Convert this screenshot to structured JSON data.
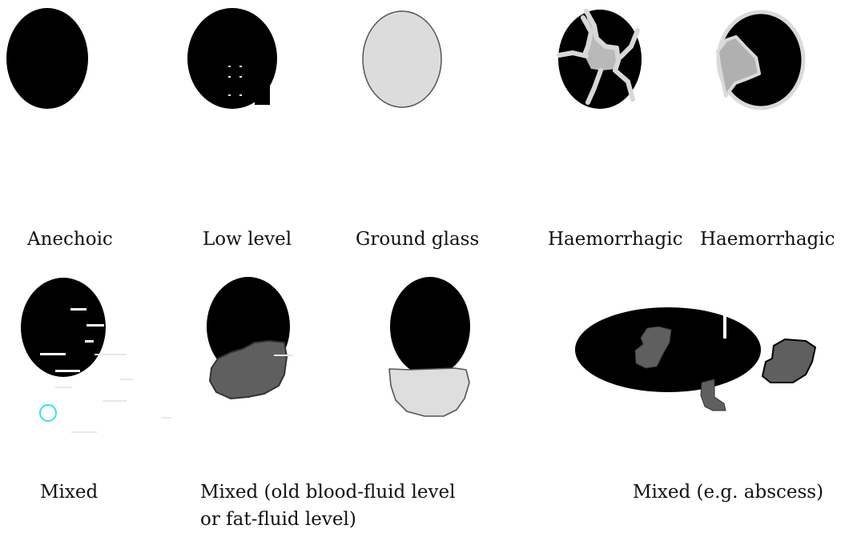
{
  "captions": {
    "anechoic": "Anechoic",
    "low_level": "Low level",
    "ground_glass": "Ground glass",
    "haemorrhagic_1": "Haemorrhagic",
    "haemorrhagic_2": "Haemorrhagic",
    "mixed": "Mixed",
    "mixed_fluid_level_line1": "Mixed (old blood-fluid level",
    "mixed_fluid_level_line2": "or fat-fluid level)",
    "mixed_abscess": "Mixed (e.g. abscess)"
  },
  "colors": {
    "cyst_fill": "#000000",
    "ground_glass_fill": "#dcdcdc",
    "clot_fill": "#bdbdbd",
    "septa_stroke": "#d8d8d8",
    "debris_fill": "#5f5f5f",
    "level_light_fill": "#dedede",
    "echo_line": "#ffffff",
    "artifact_circle": "#2ee6e6"
  }
}
